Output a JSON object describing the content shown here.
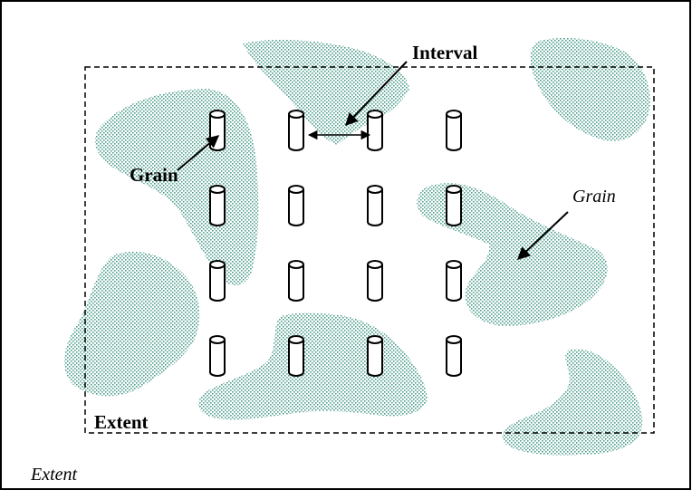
{
  "labels": {
    "interval": "Interval",
    "grain_inner": "Grain",
    "grain_outer": "Grain",
    "extent_inner": "Extent",
    "extent_outer": "Extent"
  },
  "colors": {
    "patch_dot": "#4d9e8c",
    "patch_bg": "#d9ece7",
    "stroke": "#000000"
  },
  "samplers": {
    "rows": 4,
    "columns": 4
  }
}
